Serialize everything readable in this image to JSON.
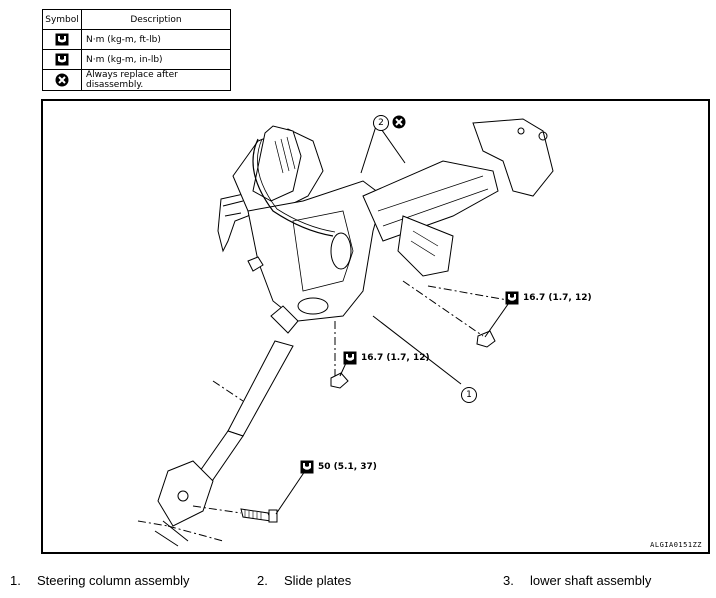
{
  "legend": {
    "header_symbol": "Symbol",
    "header_description": "Description",
    "rows": [
      {
        "icon": "torque-wrench-open-icon",
        "description": "N·m (kg-m, ft-lb)"
      },
      {
        "icon": "torque-wrench-filled-icon",
        "description": "N·m (kg-m, in-lb)"
      },
      {
        "icon": "always-replace-icon",
        "description": "Always replace after disassembly."
      }
    ]
  },
  "diagram": {
    "callouts": [
      {
        "number": "2"
      },
      {
        "number": "1"
      }
    ],
    "torque_specs": [
      {
        "icon": "torque-wrench-open-icon",
        "value": "16.7 (1.7, 12)"
      },
      {
        "icon": "torque-wrench-open-icon",
        "value": "16.7 (1.7, 12)"
      },
      {
        "icon": "torque-wrench-filled-icon",
        "value": "50 (5.1, 37)"
      }
    ],
    "figure_code": "ALGIA0151ZZ"
  },
  "parts": [
    {
      "number": "1.",
      "name": "Steering column assembly"
    },
    {
      "number": "2.",
      "name": "Slide plates"
    },
    {
      "number": "3.",
      "name": "lower shaft assembly"
    }
  ]
}
